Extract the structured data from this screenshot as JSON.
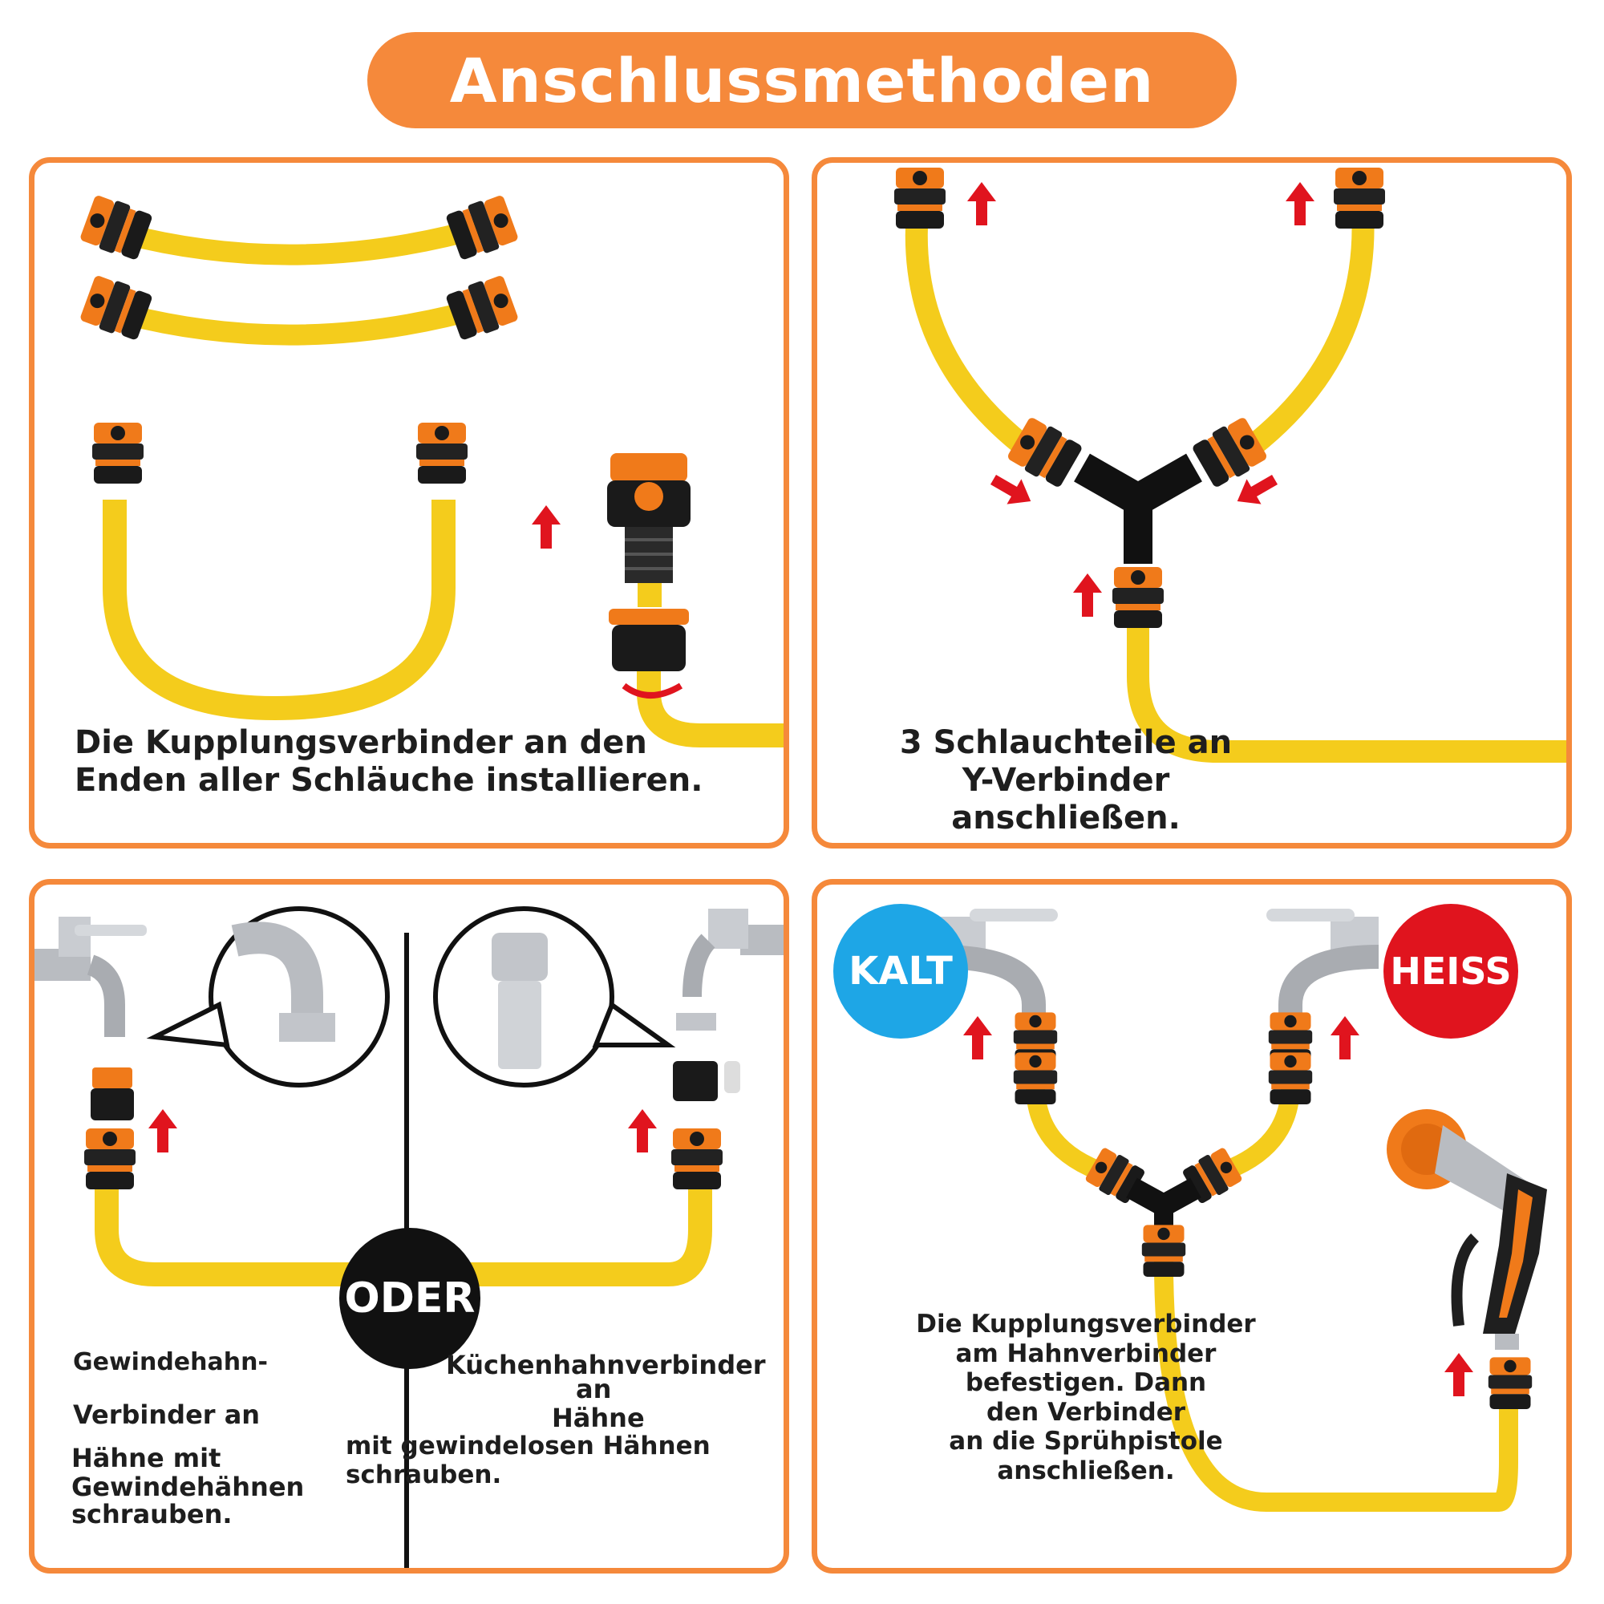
{
  "title": "Anschlussmethoden",
  "colors": {
    "accent": "#f5893b",
    "hose": "#f4cc1c",
    "arrow": "#e0141e",
    "cold": "#1ea6e6",
    "hot": "#e0141e"
  },
  "panels": [
    {
      "caption_line1": "Die Kupplungsverbinder an den",
      "caption_line2": "Enden aller Schläuche installieren."
    },
    {
      "caption_line1": "3 Schlauchteile an",
      "caption_line2": "Y-Verbinder",
      "caption_line3": "anschließen."
    },
    {
      "left_line1": "Gewindehahn-",
      "left_line2": "Verbinder an",
      "left_line3": "Hähne mit",
      "left_line4": "Gewindehähnen",
      "left_line5": "schrauben.",
      "divider_label": "ODER",
      "right_line1": "Küchenhahnverbinder",
      "right_line2": "an",
      "right_line3": "Hähne",
      "right_line4": "mit gewindelosen Hähnen schrauben."
    },
    {
      "cold_label": "KALT",
      "hot_label": "HEISS",
      "caption_line1": "Die Kupplungsverbinder",
      "caption_line2": "am Hahnverbinder",
      "caption_line3": "befestigen. Dann",
      "caption_line4": "den Verbinder",
      "caption_line5": "an die Sprühpistole anschließen."
    }
  ]
}
